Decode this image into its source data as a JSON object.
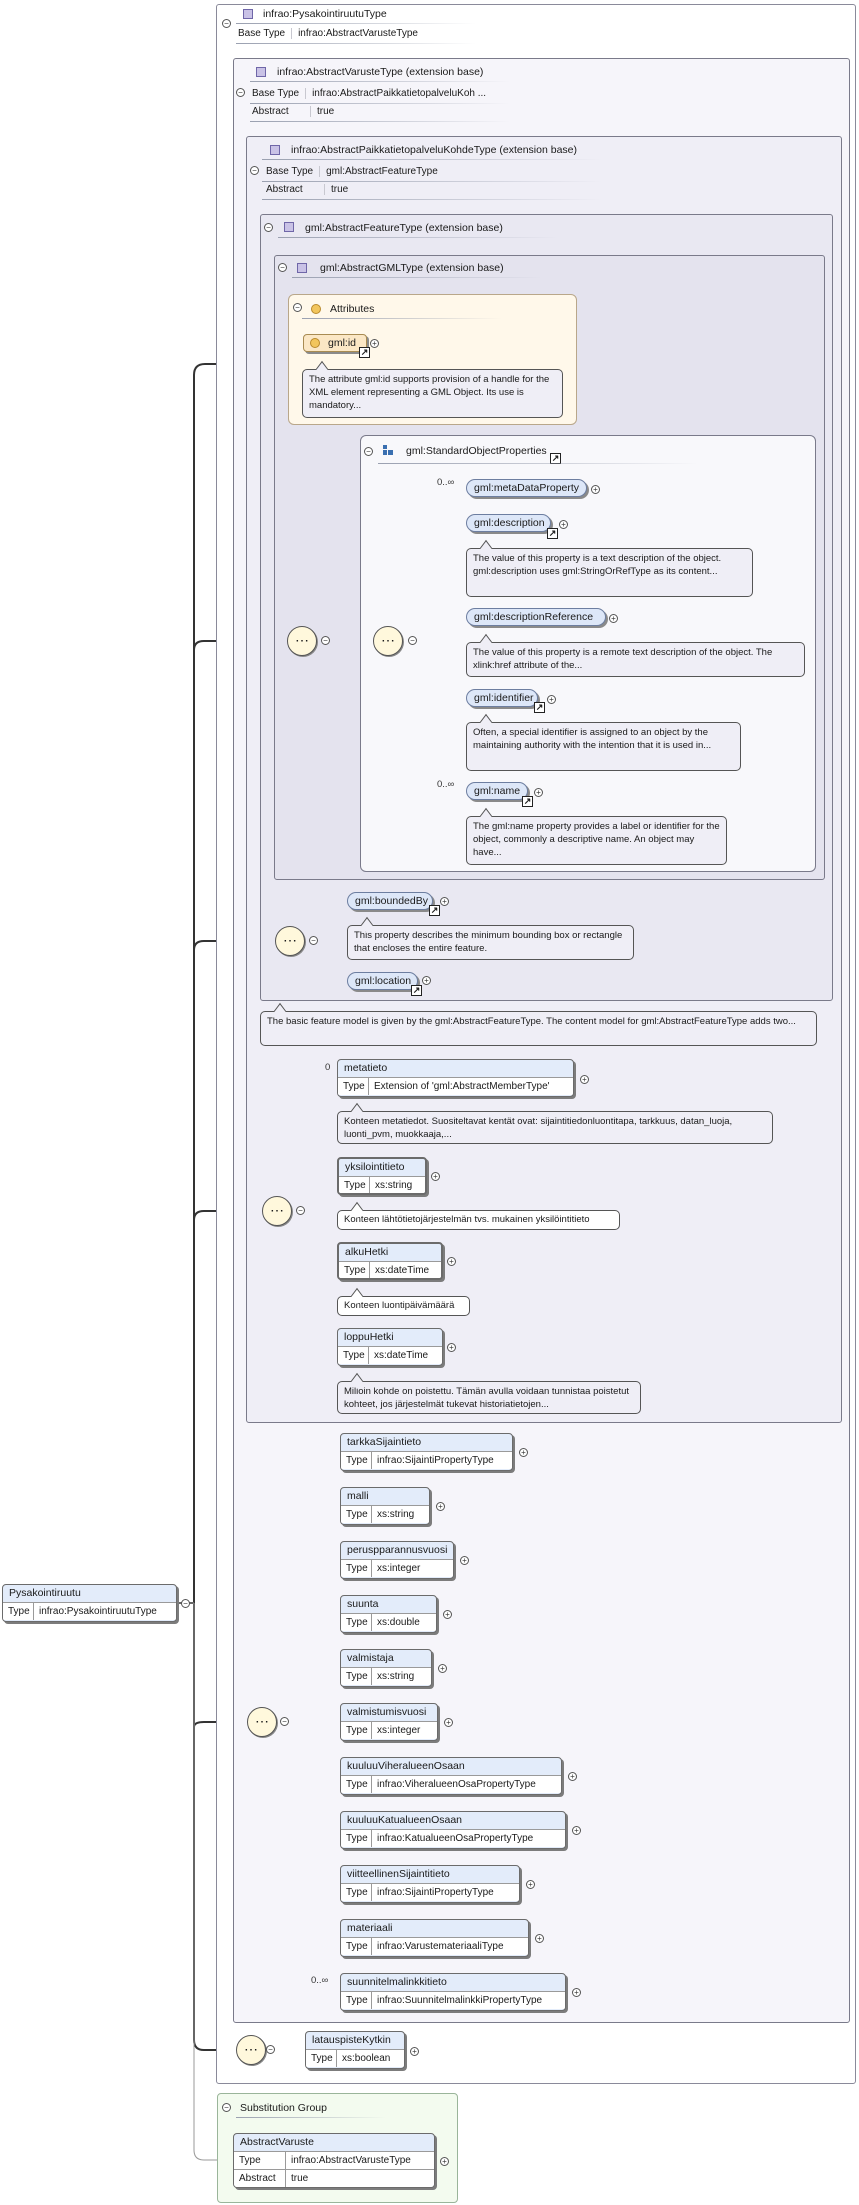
{
  "root_type": {
    "title": "infrao:PysakointiruutuType",
    "base_type_label": "Base Type",
    "base_type": "infrao:AbstractVarusteType"
  },
  "varuste": {
    "title": "infrao:AbstractVarusteType (extension base)",
    "base_type_label": "Base Type",
    "base_type": "infrao:AbstractPaikkatietopalveluKoh ...",
    "abstract_label": "Abstract",
    "abstract": "true"
  },
  "paikkatieto": {
    "title": "infrao:AbstractPaikkatietopalveluKohdeType (extension base)",
    "base_type_label": "Base Type",
    "base_type": "gml:AbstractFeatureType",
    "abstract_label": "Abstract",
    "abstract": "true"
  },
  "feature_title": "gml:AbstractFeatureType (extension base)",
  "gml_title": "gml:AbstractGMLType (extension base)",
  "attributes": {
    "title": "Attributes",
    "id_label": "gml:id",
    "id_doc": "The attribute gml:id supports provision of a handle for the XML element representing a GML Object. Its use is mandatory..."
  },
  "standard_props": {
    "title": "gml:StandardObjectProperties",
    "items": [
      {
        "name": "gml:metaDataProperty",
        "card": "0..∞",
        "doc": ""
      },
      {
        "name": "gml:description",
        "card": "",
        "doc": "The value of this property is a text description of the object. gml:description uses gml:StringOrRefType as its content..."
      },
      {
        "name": "gml:descriptionReference",
        "card": "",
        "doc": "The value of this property is a remote text description of the object. The xlink:href attribute of the..."
      },
      {
        "name": "gml:identifier",
        "card": "",
        "doc": "Often, a special identifier is assigned to an object by the maintaining authority with the intention that it is used in..."
      },
      {
        "name": "gml:name",
        "card": "0..∞",
        "doc": "The gml:name property provides a label or identifier for the object, commonly a descriptive name. An object may have..."
      }
    ]
  },
  "feature_elems": {
    "bounded_by": "gml:boundedBy",
    "bounded_doc": "This property describes the minimum bounding box or rectangle that encloses the entire feature.",
    "location": "gml:location"
  },
  "feature_doc": "The basic feature model is given by the gml:AbstractFeatureType. The content model for gml:AbstractFeatureType adds two...",
  "paikka_elems": [
    {
      "name": "metatieto",
      "type_label": "Type",
      "type": "Extension of 'gml:AbstractMemberType'",
      "card": "0",
      "doc": "Kohteen metatiedot. Suositeltavat kentät ovat: sijaintitiedonluontitapa, tarkkuus, datan_luoja, luonti_pvm, muokkaaja,..."
    },
    {
      "name": "yksilointitieto",
      "type_label": "Type",
      "type": "xs:string",
      "card": "",
      "doc": "Kohteen lähtötietojärjestelmän tvs. mukainen yksilöintitieto"
    },
    {
      "name": "alkuHetki",
      "type_label": "Type",
      "type": "xs:dateTime",
      "card": "",
      "doc": "Kohteen luontipäivämäärä"
    },
    {
      "name": "loppuHetki",
      "type_label": "Type",
      "type": "xs:dateTime",
      "card": "",
      "doc": "Milloin kohde on poistettu. Tämän avulla voidaan tunnistaa poistetut kohteet, jos järjestelmät tukevat historiatietojen..."
    }
  ],
  "varuste_elems": [
    {
      "name": "tarkkaSijaintieto",
      "type_label": "Type",
      "type": "infrao:SijaintiPropertyType",
      "card": ""
    },
    {
      "name": "malli",
      "type_label": "Type",
      "type": "xs:string",
      "card": ""
    },
    {
      "name": "peruspparannusvuosi",
      "type_label": "Type",
      "type": "xs:integer",
      "card": ""
    },
    {
      "name": "suunta",
      "type_label": "Type",
      "type": "xs:double",
      "card": ""
    },
    {
      "name": "valmistaja",
      "type_label": "Type",
      "type": "xs:string",
      "card": ""
    },
    {
      "name": "valmistumisvuosi",
      "type_label": "Type",
      "type": "xs:integer",
      "card": ""
    },
    {
      "name": "kuuluuViheralueenOsaan",
      "type_label": "Type",
      "type": "infrao:ViheralueenOsaPropertyType",
      "card": ""
    },
    {
      "name": "kuuluuKatualueenOsaan",
      "type_label": "Type",
      "type": "infrao:KatualueenOsaPropertyType",
      "card": ""
    },
    {
      "name": "viitteellinenSijaintitieto",
      "type_label": "Type",
      "type": "infrao:SijaintiPropertyType",
      "card": ""
    },
    {
      "name": "materiaali",
      "type_label": "Type",
      "type": "infrao:VarustemateriaaliType",
      "card": ""
    },
    {
      "name": "suunnitelmalinkkitieto",
      "type_label": "Type",
      "type": "infrao:SuunnitelmalinkkiPropertyType",
      "card": "0..∞"
    }
  ],
  "pysakointi_elem": {
    "name": "latauspisteKytkin",
    "type_label": "Type",
    "type": "xs:boolean"
  },
  "root_element": {
    "name": "Pysakointiruutu",
    "type_label": "Type",
    "type": "infrao:PysakointiruutuType"
  },
  "substitution": {
    "title": "Substitution Group",
    "name": "AbstractVaruste",
    "type_label": "Type",
    "type": "infrao:AbstractVarusteType",
    "abstract_label": "Abstract",
    "abstract": "true"
  },
  "colors": {
    "element_fill": "#e3ecfa",
    "attribute_fill": "#fbe7c5",
    "attributes_box": "#fff8ea",
    "substitution_box": "#f3fbef",
    "lines": "#333333"
  },
  "icons": {
    "collapse": "minus-circle-icon",
    "expand": "plus-circle-icon",
    "sequence": "sequence-compositor-icon",
    "link": "link-arrow-icon",
    "type": "complex-type-icon",
    "attribute": "attribute-gear-icon",
    "group": "group-icon"
  }
}
